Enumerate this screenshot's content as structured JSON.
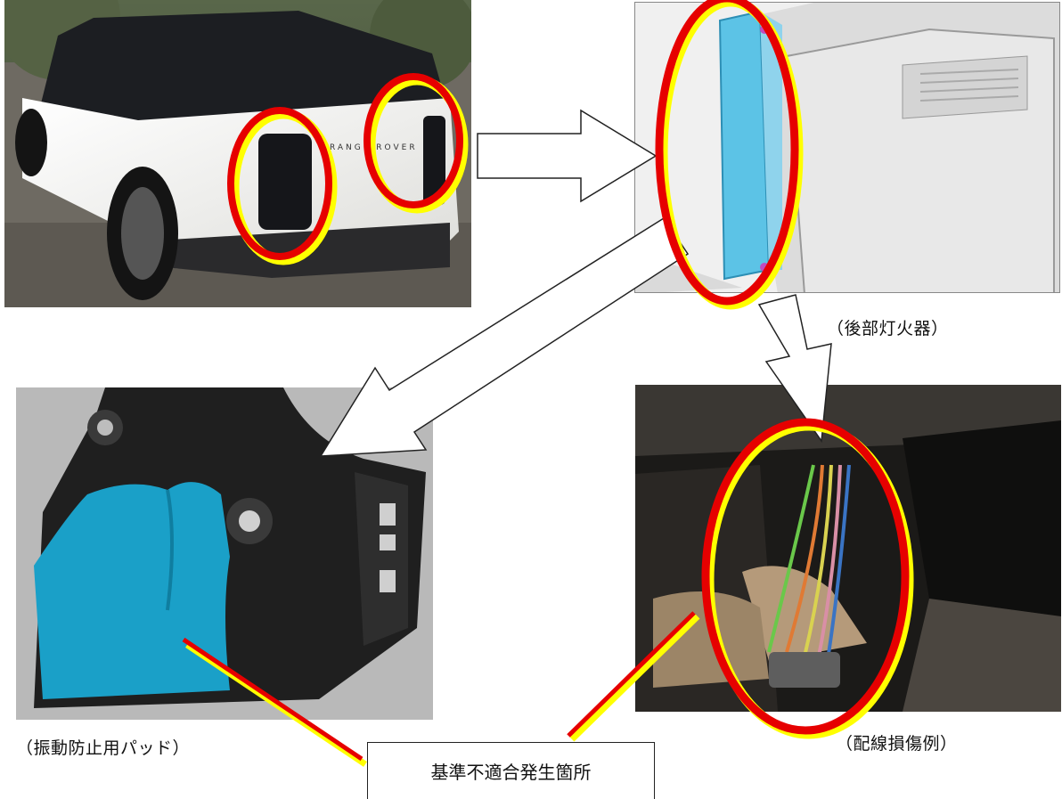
{
  "captions": {
    "rear_lamp": "（後部灯火器）",
    "vibration_pad": "（振動防止用パッド）",
    "wiring_damage": "（配線損傷例）"
  },
  "callout": {
    "label": "基準不適合発生箇所"
  },
  "car_badge": "RANGE ROVER",
  "colors": {
    "highlight_red": "#e60000",
    "highlight_yellow": "#ffff00",
    "foam_blue": "#1aa0c8",
    "lamp_blue": "#5cc3e6",
    "car_white": "#f4f4f2"
  }
}
